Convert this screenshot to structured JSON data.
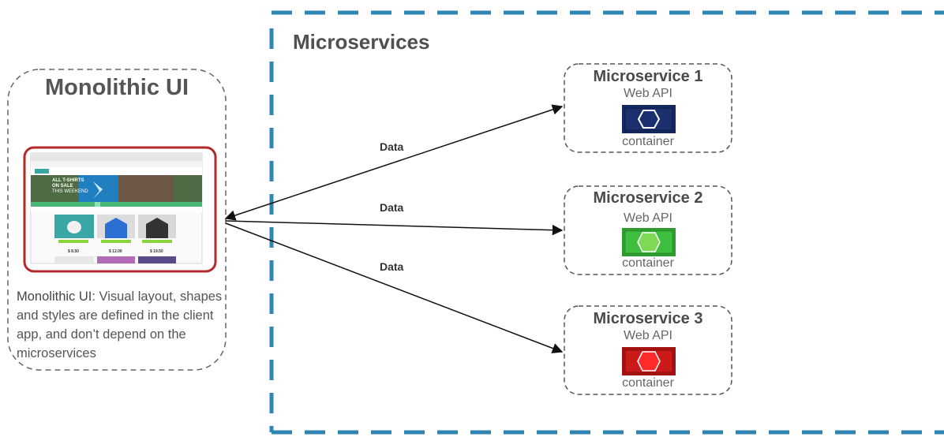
{
  "monolith": {
    "title": "Monolithic UI",
    "description_bold": "Monolithic UI",
    "description_rest": ": Visual layout, shapes and styles are defined in the client app, and don’t depend on the microservices"
  },
  "microservices_region": {
    "title": "Microservices"
  },
  "screenshot": {
    "banner_lines": [
      "ALL T-SHIRTS",
      "ON SALE",
      "THIS WEEKEND"
    ],
    "products": [
      {
        "price": "$ 8.50"
      },
      {
        "price": "$ 12.00"
      },
      {
        "price": "$ 19.50"
      }
    ]
  },
  "connections": [
    {
      "label": "Data"
    },
    {
      "label": "Data"
    },
    {
      "label": "Data"
    }
  ],
  "services": [
    {
      "name": "Microservice 1",
      "api": "Web API",
      "container": "container",
      "color": "#1b2f6e",
      "hex_color": "#1b2f6e"
    },
    {
      "name": "Microservice 2",
      "api": "Web API",
      "container": "container",
      "color": "#3fbf3f",
      "hex_color": "#7ed957"
    },
    {
      "name": "Microservice 3",
      "api": "Web API",
      "container": "container",
      "color": "#cc1a1a",
      "hex_color": "#ff2a2a"
    }
  ],
  "colors": {
    "region_border": "#2f86b3",
    "monolith_frame": "#b22a2a",
    "arrow": "#111111"
  }
}
